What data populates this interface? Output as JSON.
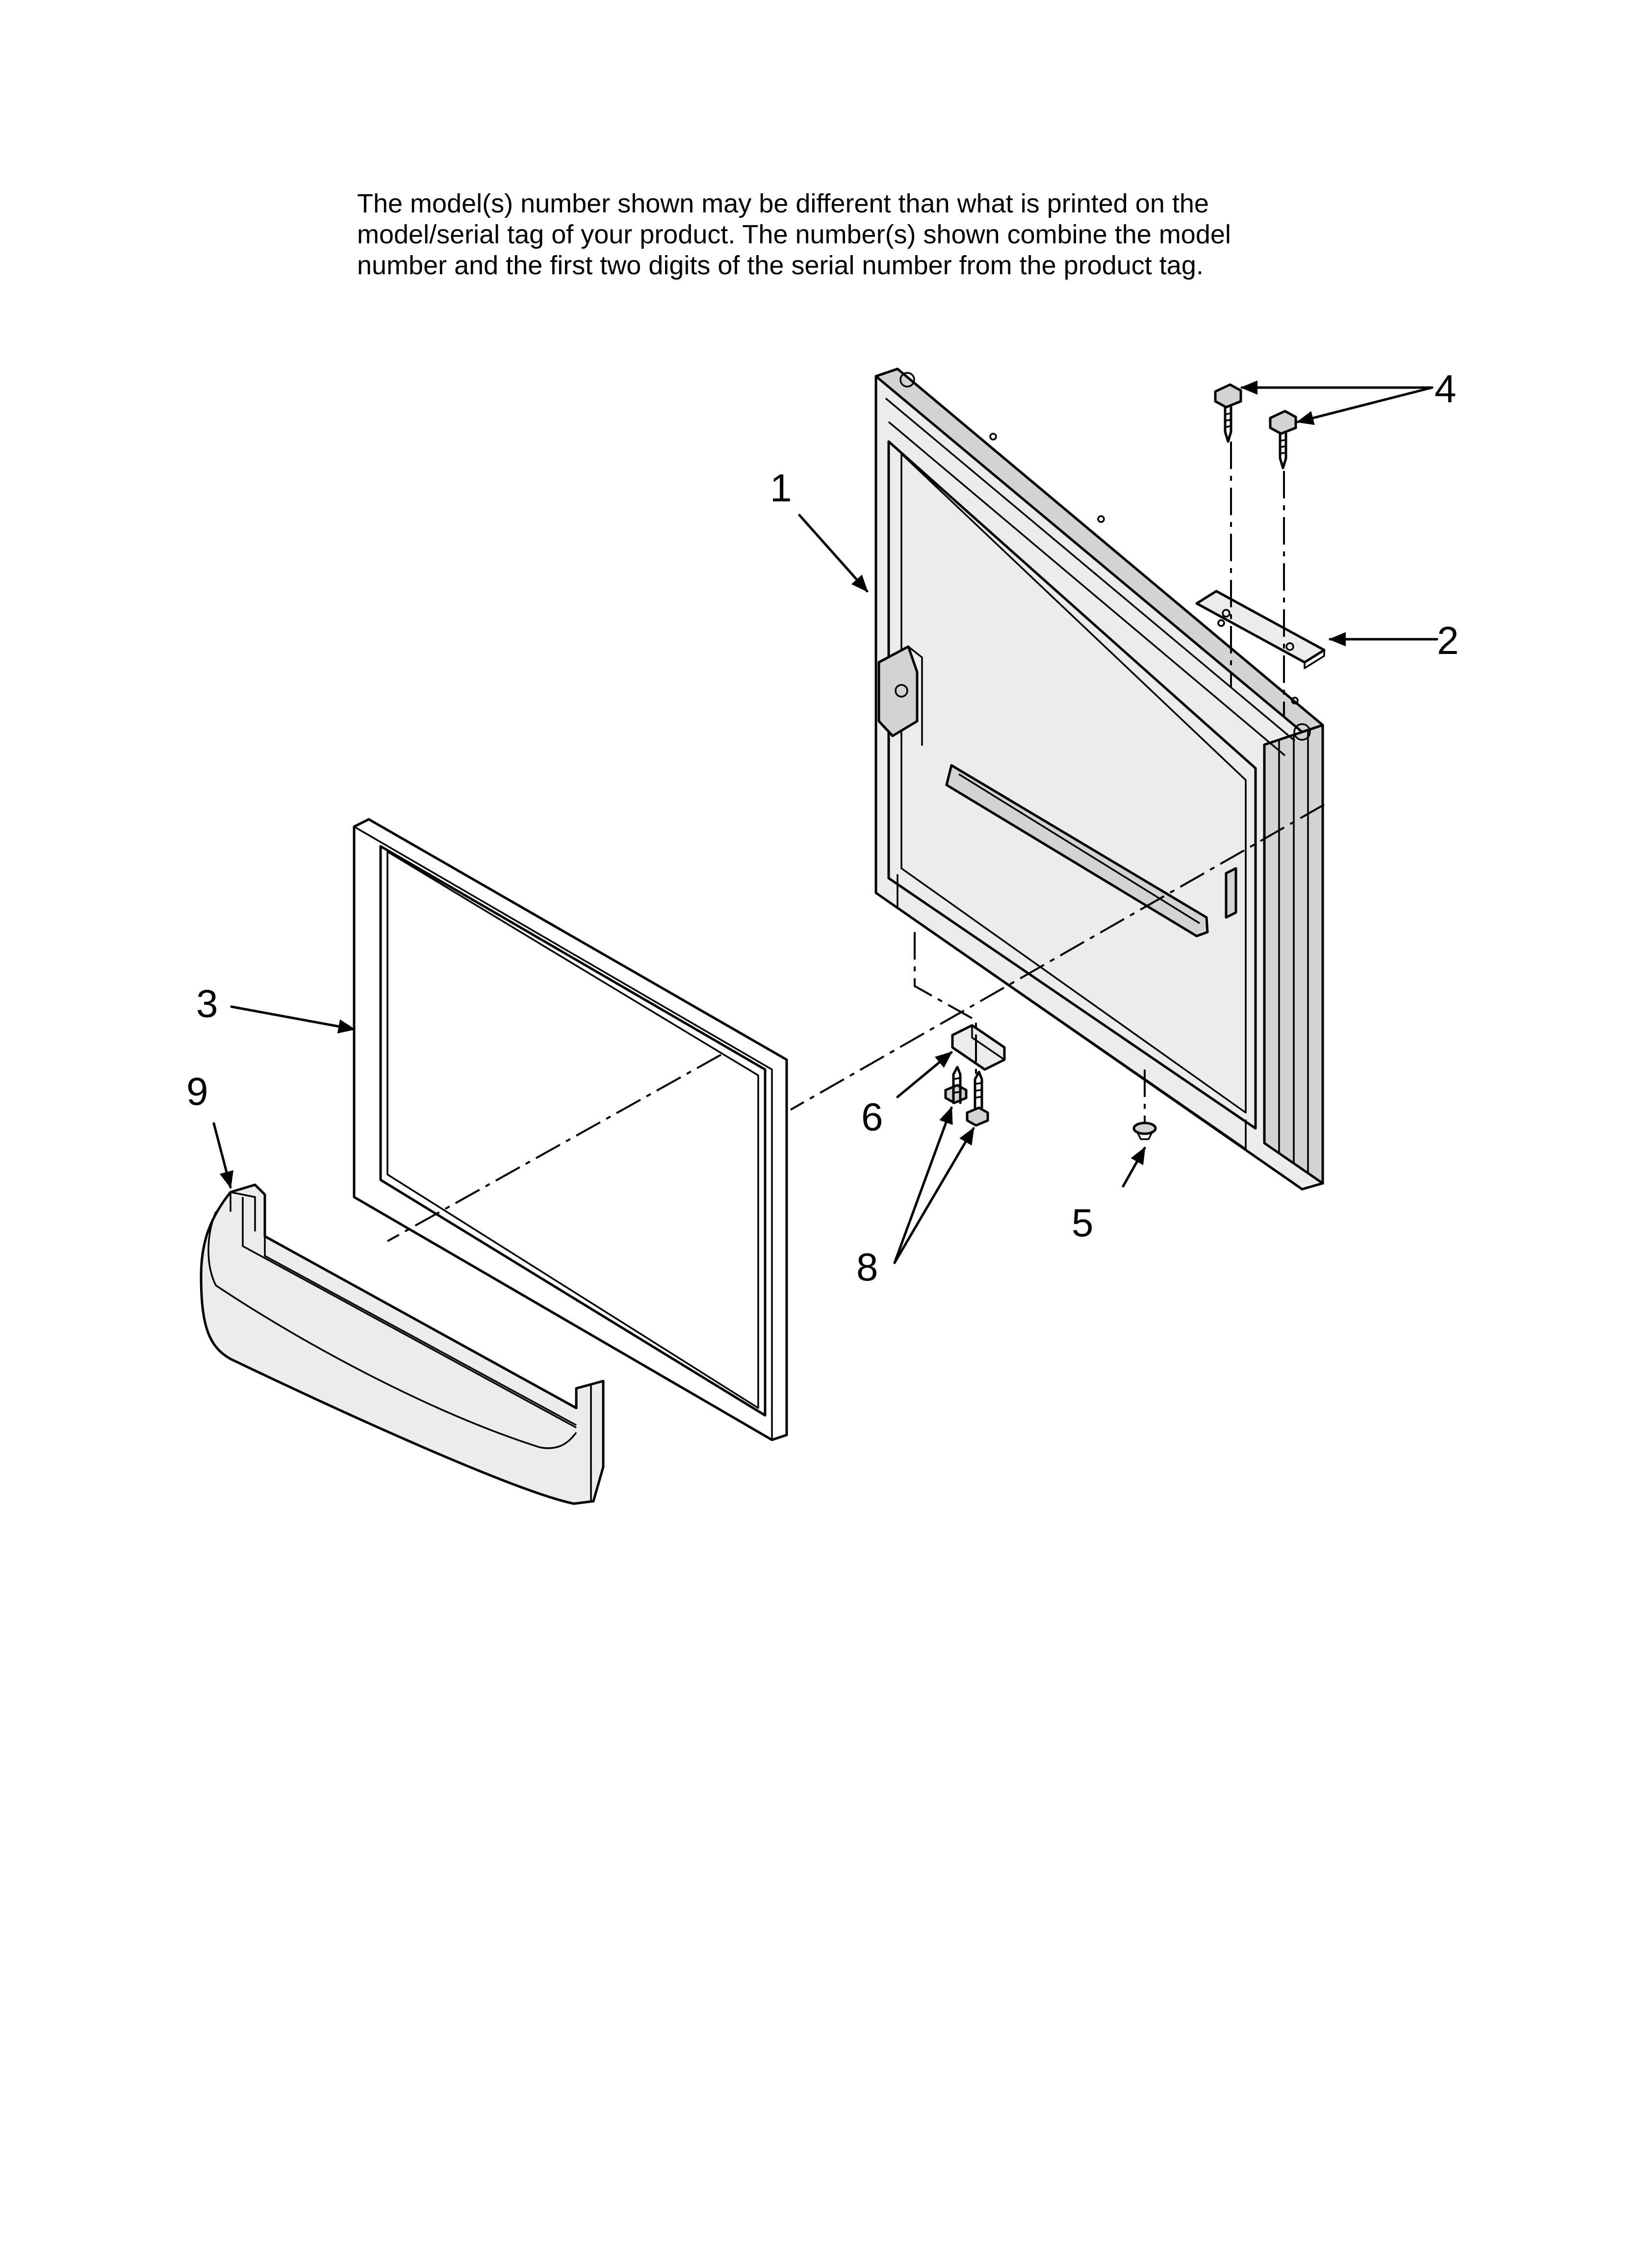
{
  "note": {
    "line1": "The model(s) number shown may be different than what is printed on the",
    "line2": "model/serial tag of your product. The number(s) shown combine the model",
    "line3": "number and the first two digits of the serial number from the product tag."
  },
  "callouts": {
    "c1": "1",
    "c2": "2",
    "c3": "3",
    "c4": "4",
    "c5": "5",
    "c6": "6",
    "c8": "8",
    "c9": "9"
  }
}
